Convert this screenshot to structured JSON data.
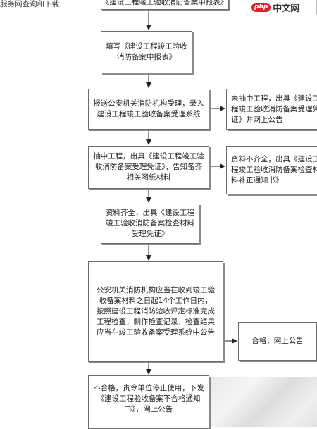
{
  "header": {
    "left_fragment": "服务网查询和下载",
    "top_box_fragment": "《建设工程竣工验收消防备案申报表》",
    "logo_badge": "php",
    "logo_text": "中文网"
  },
  "flow": {
    "step1": "填写《建设工程竣工验收消防备案申报表》",
    "step2": "报送公安机关消防机构受理，录入建设工程竣工验收备案受理系统",
    "step2_side": "未抽中工程，出具《建设工程竣工验收消防备案受理凭证》并网上公告",
    "step3": "抽中工程，出具《建设工程竣工验收消防备案受理凭证》，告知备齐相关图纸材料",
    "step3_side": "资料不齐全，出具《建设工程竣工验收消防备案检查材料补正通知书》",
    "step4": "资料齐全，出具《建设工程竣工验收消防备案检查材料受理凭证》",
    "step5": "公安机关消防机构应当在收到竣工验收备案材料之日起14个工作日内，按照建设工程消防验收评定标准完成工程检查，制作检查记录，检查结果应当在竣工验收备案受理系统中公告",
    "step5_side": "合格，网上公告",
    "step6": "不合格，责令单位停止使用，下发《建设工程验收备案不合格通知书》，网上公告"
  },
  "colors": {
    "border": "#6c6c6c",
    "shadow": "#8a8a8a",
    "arrow": "#222222",
    "logo_red": "#d9232a"
  }
}
